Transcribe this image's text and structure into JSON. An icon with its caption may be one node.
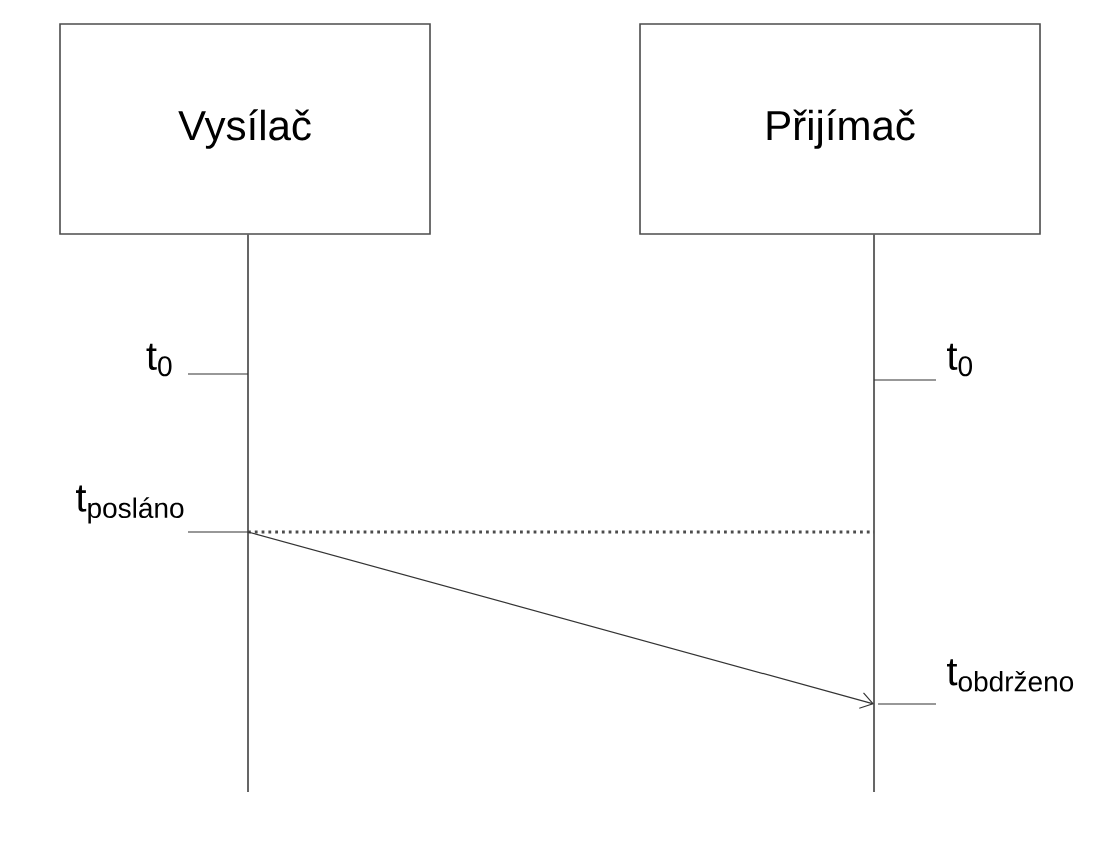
{
  "diagram": {
    "nodes": [
      {
        "text": [
          "Vysílač"
        ]
      },
      {
        "text": [
          "Přijímač"
        ]
      },
      {
        "text": [],
        "shape": "line"
      },
      {
        "text": [],
        "shape": "line"
      }
    ],
    "edges": [
      {
        "from": 2,
        "to": 3,
        "arrow": "none",
        "style": "dashed"
      },
      {
        "from": 2,
        "to": 3,
        "arrow": "to"
      }
    ],
    "labels": [
      "t$_{0}$",
      "t$_{0}$",
      "t$_{posláno}$",
      "t$_{obdrženo}$"
    ]
  }
}
